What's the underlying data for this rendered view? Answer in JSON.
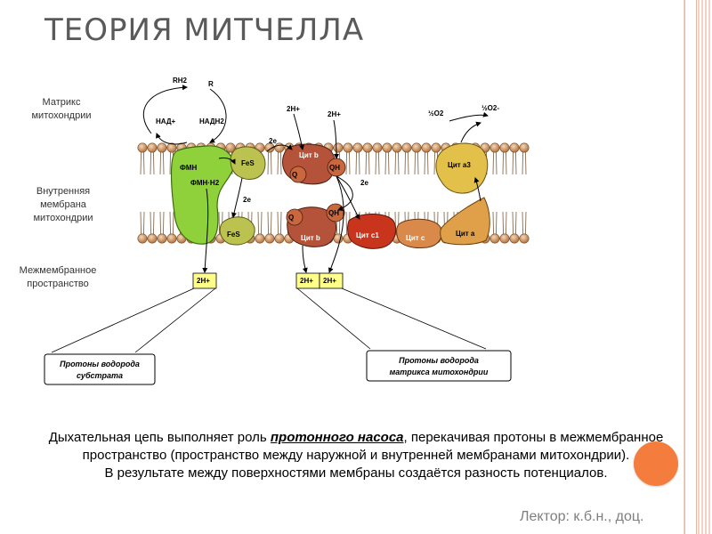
{
  "title": "ТЕОРИЯ МИТЧЕЛЛА",
  "side_labels": {
    "matrix": "Матрикс митохондрии",
    "inner_membrane": "Внутренняя мембрана митохондрии",
    "intermembrane": "Межмембранное пространство"
  },
  "diagram": {
    "rh2": "RH2",
    "r": "R",
    "nad": "НАД+",
    "nadh2": "НАДН2",
    "fmn": "ФМН",
    "fmnh2": "ФМН·Н2",
    "fes_top": "FeS",
    "fes_bottom": "FeS",
    "e2_top": "2e",
    "e2_mid": "2e",
    "e2_right": "2e",
    "h_matrix_1": "2H+",
    "h_matrix_2": "2H+",
    "cyt_b_top": "Цит b",
    "cyt_b_bottom": "Цит b",
    "qh_1": "QH",
    "qh_2": "QH",
    "q_1": "Q",
    "q_2": "Q",
    "cyt_c1": "Цит c1",
    "cyt_c": "Цит c",
    "cyt_a": "Цит a",
    "cyt_a3": "Цит a3",
    "half_o2": "½O2",
    "half_o2_ion": "½O2-",
    "h_ims_1": "2H+",
    "h_ims_2": "2H+",
    "h_ims_3": "2H+",
    "box_left": "Протоны водорода субстрата",
    "box_right": "Протоны водорода матрикса митохондрии"
  },
  "caption": {
    "line1_start": "Дыхательная цепь выполняет роль ",
    "line1_emph": "протонного насоса",
    "line1_end": ", перекачивая протоны в межмембранное пространство (пространство между наружной и внутренней мембранами митохондрии).",
    "line2": "В результате между поверхностями мембраны создаётся разность потенциалов."
  },
  "lecturer": "Лектор: к.б.н., доц.",
  "colors": {
    "title": "#5a5a5a",
    "accent_circle": "#f47c3c",
    "fmn": "#8fd13b",
    "fes": "#b8c24a",
    "cyt_b": "#b5533a",
    "cyt_c1": "#c8351c",
    "cyt_a": "#e2a03f"
  }
}
